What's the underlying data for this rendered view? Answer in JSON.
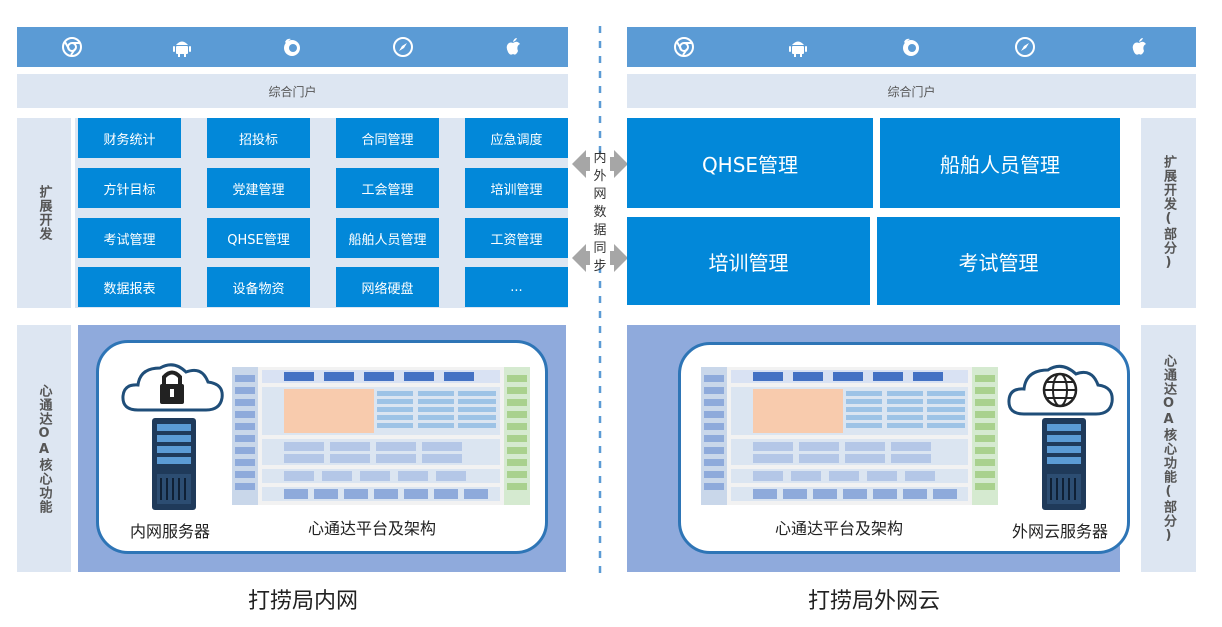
{
  "left": {
    "portal": "综合门户",
    "side_ext": "扩展开发",
    "side_core": "心通达OA核心功能",
    "tiles": [
      "财务统计",
      "招投标",
      "合同管理",
      "应急调度",
      "方针目标",
      "党建管理",
      "工会管理",
      "培训管理",
      "考试管理",
      "QHSE管理",
      "船舶人员管理",
      "工资管理",
      "数据报表",
      "设备物资",
      "网络硬盘",
      "..."
    ],
    "server_caption": "内网服务器",
    "platform_caption": "心通达平台及架构",
    "footer": "打捞局内网"
  },
  "right": {
    "portal": "综合门户",
    "side_ext": "扩展开发(部分)",
    "side_core": "心通达OA核心功能(部分)",
    "tiles": [
      "QHSE管理",
      "船舶人员管理",
      "培训管理",
      "考试管理"
    ],
    "server_caption": "外网云服务器",
    "platform_caption": "心通达平台及架构",
    "footer": "打捞局外网云"
  },
  "sync_label": "内外网数据同步",
  "icons": [
    "chrome-icon",
    "android-icon",
    "firefox-icon",
    "safari-icon",
    "apple-icon"
  ],
  "colors": {
    "tile": "#0288d9",
    "bar": "#5b9bd5",
    "panel": "#dde6f2",
    "core": "#8faadc",
    "border": "#2e75b6"
  }
}
